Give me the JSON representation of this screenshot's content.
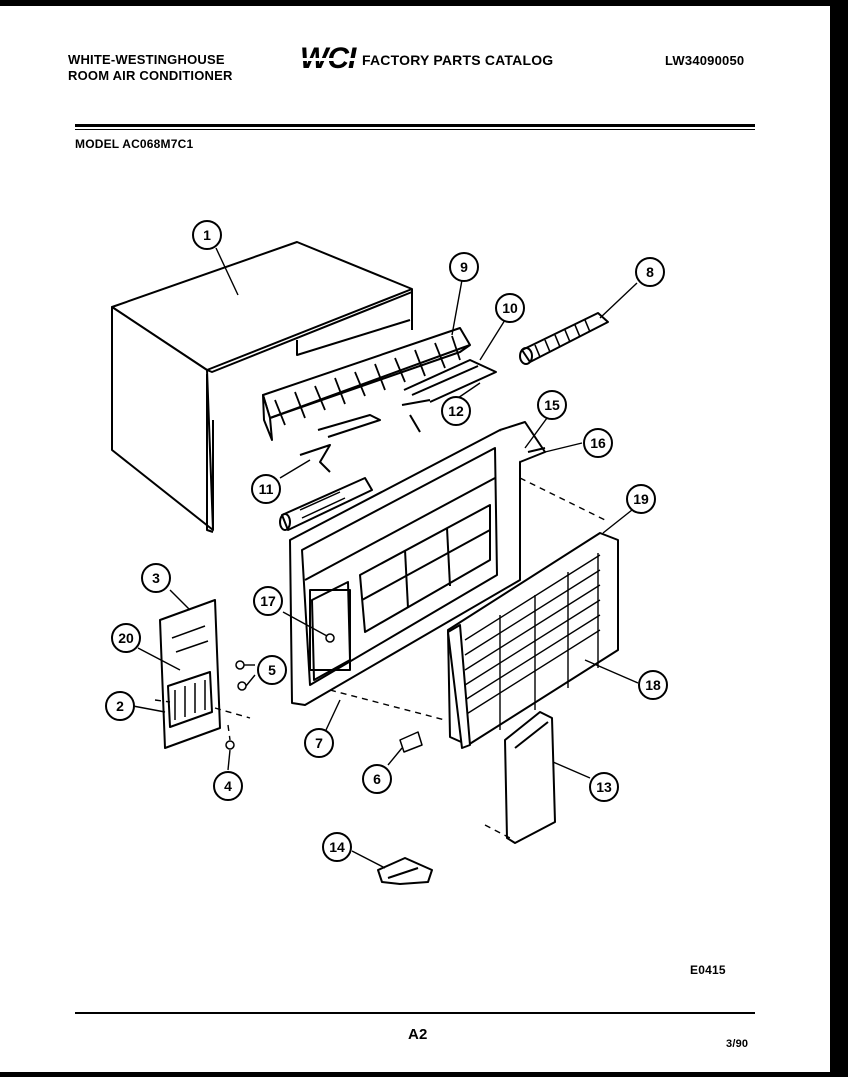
{
  "header": {
    "brand_line1": "WHITE-WESTINGHOUSE",
    "brand_line2": "ROOM AIR CONDITIONER",
    "logo_text": "WCI",
    "catalog_title": "FACTORY PARTS CATALOG",
    "document_number": "LW34090050"
  },
  "model_label": "MODEL AC068M7C1",
  "callouts": [
    {
      "id": "c1",
      "number": "1"
    },
    {
      "id": "c2",
      "number": "2"
    },
    {
      "id": "c3",
      "number": "3"
    },
    {
      "id": "c4",
      "number": "4"
    },
    {
      "id": "c5",
      "number": "5"
    },
    {
      "id": "c6",
      "number": "6"
    },
    {
      "id": "c7",
      "number": "7"
    },
    {
      "id": "c8",
      "number": "8"
    },
    {
      "id": "c9",
      "number": "9"
    },
    {
      "id": "c10",
      "number": "10"
    },
    {
      "id": "c11",
      "number": "11"
    },
    {
      "id": "c12",
      "number": "12"
    },
    {
      "id": "c13",
      "number": "13"
    },
    {
      "id": "c14",
      "number": "14"
    },
    {
      "id": "c15",
      "number": "15"
    },
    {
      "id": "c16",
      "number": "16"
    },
    {
      "id": "c17",
      "number": "17"
    },
    {
      "id": "c18",
      "number": "18"
    },
    {
      "id": "c19",
      "number": "19"
    },
    {
      "id": "c20",
      "number": "20"
    }
  ],
  "figure_code": "E0415",
  "page_number": "A2",
  "date": "3/90"
}
